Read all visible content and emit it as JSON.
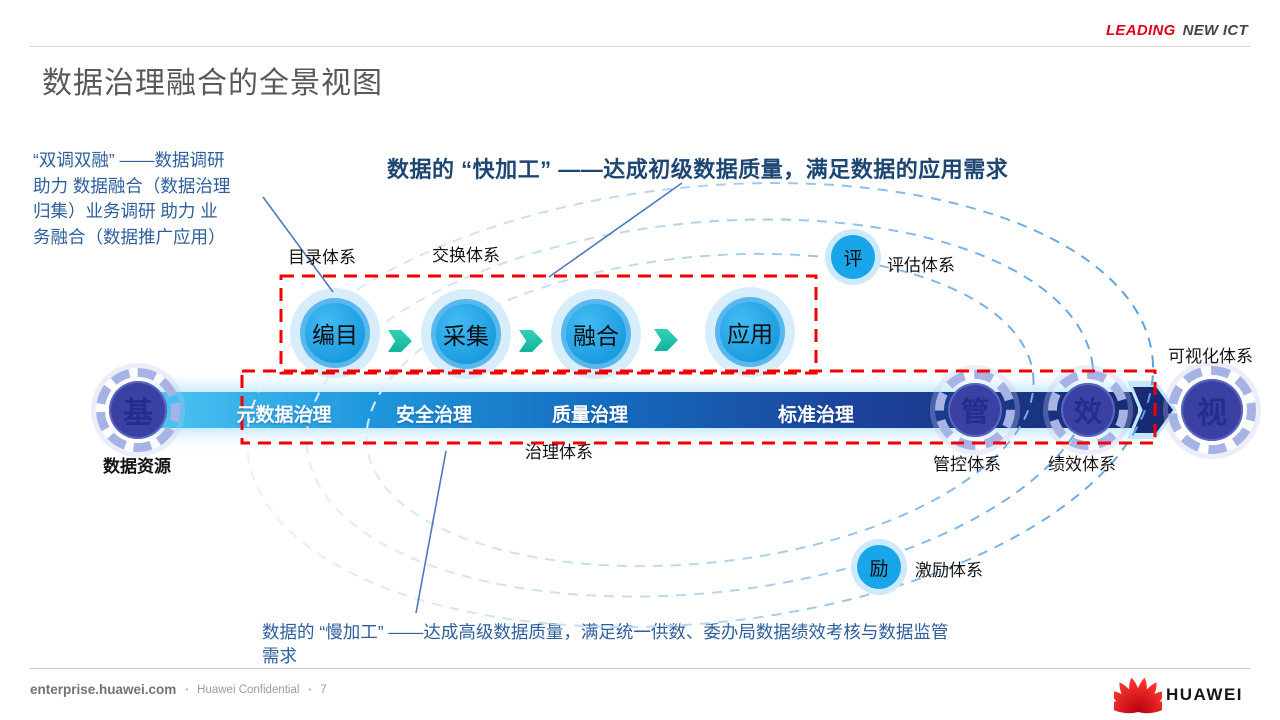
{
  "brand": {
    "leading": "LEADING",
    "new_ict": "NEW ICT"
  },
  "title": "数据治理融合的全景视图",
  "annotations": {
    "left_note_lines": [
      "“双调双融” ——数据调研",
      "助力 数据融合（数据治理",
      "归集）业务调研 助力 业",
      "务融合（数据推广应用）"
    ],
    "fast_note": "数据的 “快加工” ——达成初级数据质量，满足数据的应用需求",
    "slow_note_lines": [
      "数据的 “慢加工” ——达成高级数据质量，满足统一供数、委办局数据绩效考核与数据监管",
      "需求"
    ]
  },
  "process": {
    "labels_above": [
      "目录体系",
      "交换体系"
    ],
    "steps": [
      "编目",
      "采集",
      "融合",
      "应用"
    ]
  },
  "pipeline": {
    "segments": [
      "元数据治理",
      "安全治理",
      "质量治理",
      "标准治理"
    ],
    "label": "治理体系"
  },
  "nodes": {
    "source": {
      "glyph": "基",
      "label": "数据资源"
    },
    "evaluate": {
      "glyph": "评",
      "label": "评估体系"
    },
    "incentive": {
      "glyph": "励",
      "label": "激励体系"
    },
    "control": {
      "glyph": "管",
      "label": "管控体系"
    },
    "performance": {
      "glyph": "效",
      "label": "绩效体系"
    },
    "visual": {
      "glyph": "视",
      "label": "可视化体系"
    }
  },
  "footer": {
    "site": "enterprise.huawei.com",
    "confidential": "Huawei Confidential",
    "page": "7",
    "wordmark": "HUAWEI"
  },
  "colors": {
    "huawei_red": "#E2001A",
    "dashed_red": "#F20000",
    "bar_blue_start": "#45C2F1",
    "bar_blue_end": "#182A74",
    "bright_circle_blue": "#17A3E8",
    "dark_node_blue": "#3A41A3",
    "chevron_teal": "#1EC2AE",
    "note_blue": "#2E5F9B",
    "heading_blue": "#1D4673"
  }
}
